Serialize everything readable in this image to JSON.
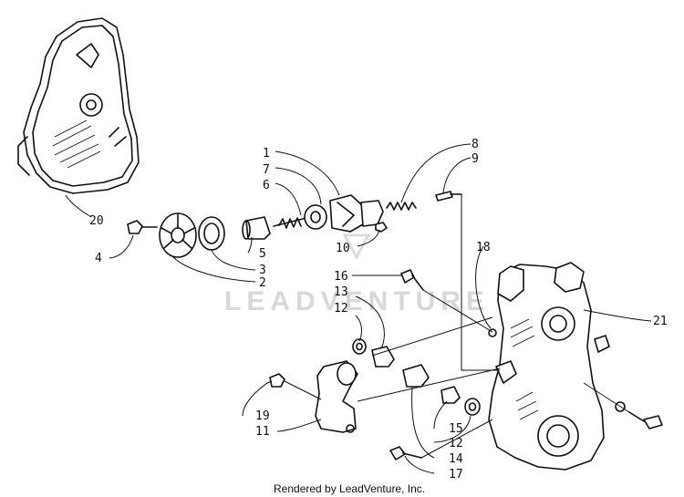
{
  "watermark": {
    "text": "LEADVENTURE"
  },
  "footer": {
    "credit": "Rendered by LeadVenture, Inc."
  },
  "callouts": [
    "1",
    "7",
    "6",
    "8",
    "9",
    "10",
    "5",
    "3",
    "2",
    "4",
    "20",
    "18",
    "16",
    "13",
    "12",
    "21",
    "19",
    "11",
    "15",
    "12",
    "14",
    "17"
  ]
}
